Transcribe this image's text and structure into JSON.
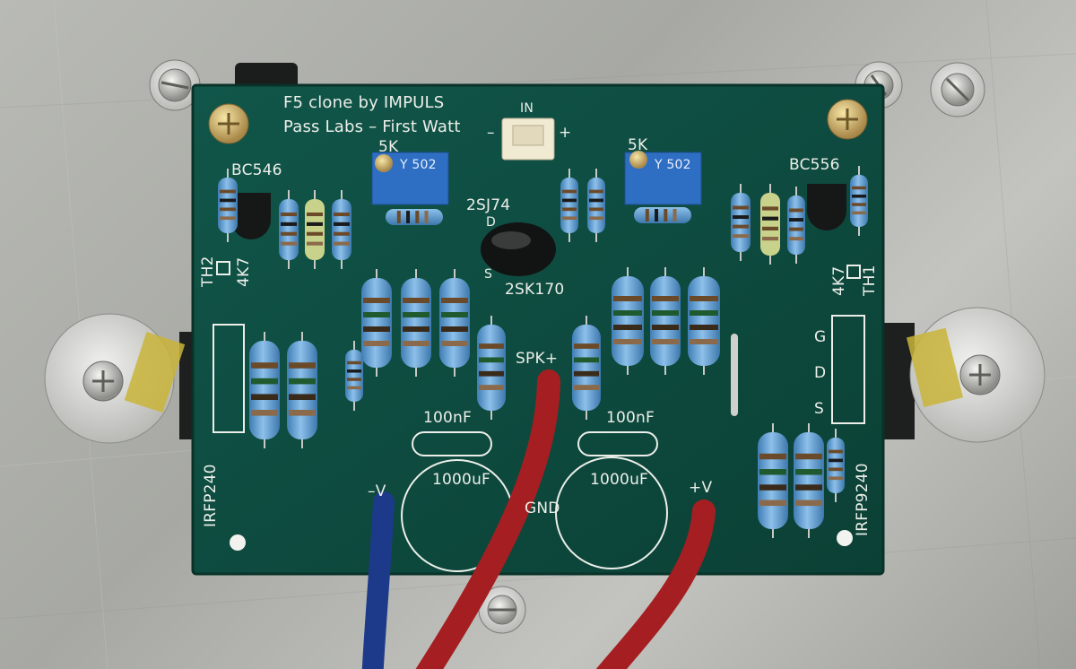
{
  "board": {
    "title_line1": "F5 clone by IMPULS",
    "title_line2": "Pass Labs – First Watt"
  },
  "labels": {
    "in": "IN",
    "minus": "–",
    "plus": "+",
    "q_left": "BC546",
    "q_right": "BC556",
    "pot_value_left": "5K",
    "pot_value_right": "5K",
    "pot_code_left": "Y 502",
    "pot_code_right": "Y 502",
    "jfet_top": "2SJ74",
    "jfet_bottom": "2SK170",
    "jfet_pin_d": "D",
    "jfet_pin_s": "S",
    "th_left": "TH2",
    "th_right": "TH1",
    "ntc_left": "4K7",
    "ntc_right": "4K7",
    "mosfet_left": "IRFP240",
    "mosfet_right": "IRFP9240",
    "pin_g": "G",
    "pin_d": "D",
    "pin_s": "S",
    "spk": "SPK+",
    "cap_small_left": "100nF",
    "cap_small_right": "100nF",
    "cap_big_left": "1000uF",
    "cap_big_right": "1000uF",
    "gnd": "GND",
    "neg_v": "–V",
    "pos_v": "+V"
  },
  "colors": {
    "pcb": "#0e4b3f",
    "silkscreen": "#ecefe9",
    "resistor_body": "#6aa4d6",
    "trimmer": "#2e6fc4",
    "wire_red": "#a51f22",
    "wire_blue": "#1d3a8a",
    "heatsink": "#b5b6b1"
  }
}
